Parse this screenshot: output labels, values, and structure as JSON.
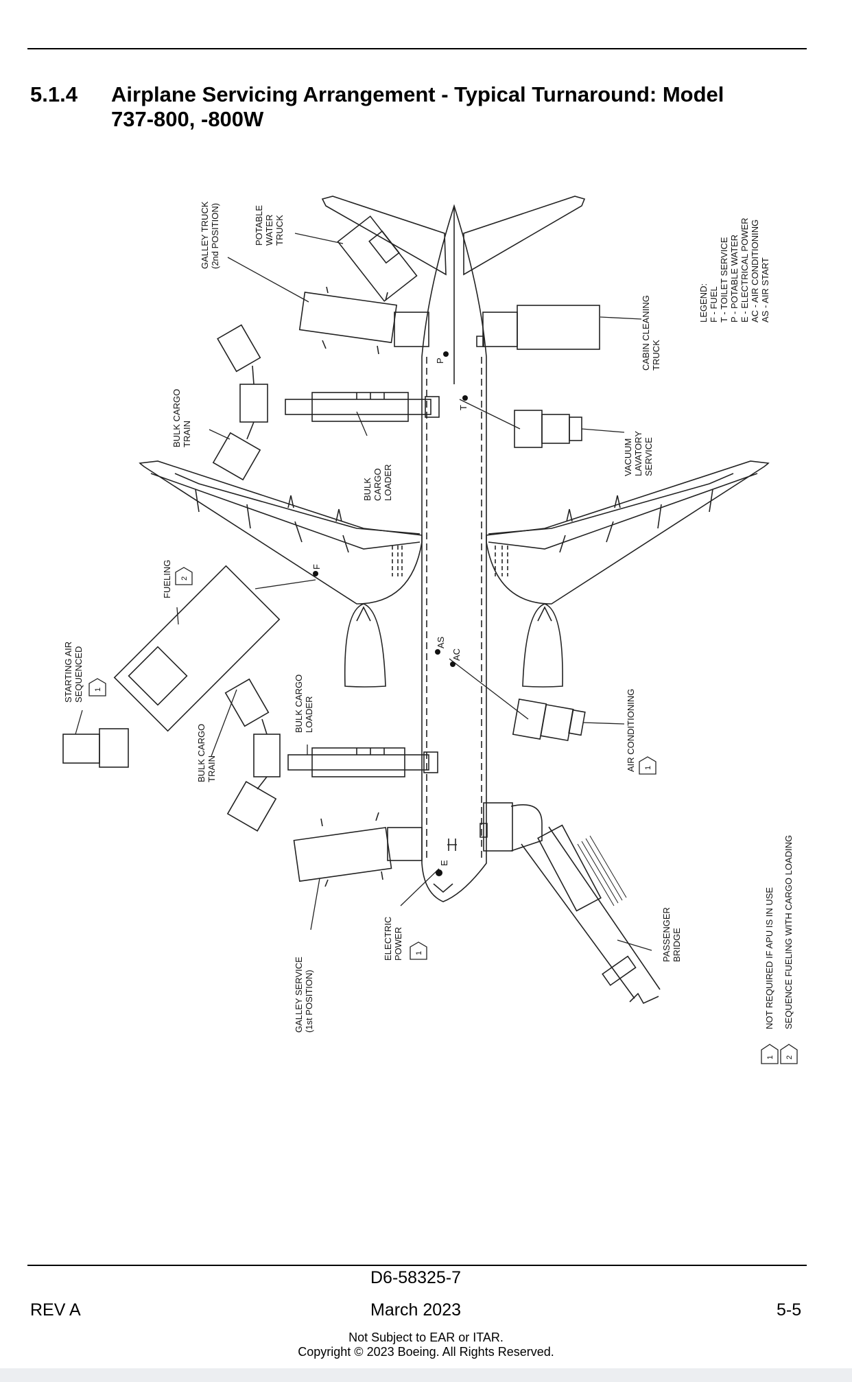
{
  "section": {
    "number": "5.1.4",
    "title_line1": "Airplane Servicing Arrangement - Typical Turnaround: Model",
    "title_line2": "737-800, -800W"
  },
  "labels": {
    "galley_truck": [
      "GALLEY TRUCK",
      "(2nd POSITION)"
    ],
    "potable_water_truck": [
      "POTABLE",
      "WATER",
      "TRUCK"
    ],
    "bulk_cargo_train_fwd": [
      "BULK CARGO",
      "TRAIN"
    ],
    "bulk_cargo_loader_fwd": [
      "BULK",
      "CARGO",
      "LOADER"
    ],
    "cabin_cleaning_truck": [
      "CABIN CLEANING",
      "TRUCK"
    ],
    "vacuum_lavatory": [
      "VACUUM",
      "LAVATORY",
      "SERVICE"
    ],
    "fueling": [
      "FUELING"
    ],
    "starting_air": [
      "STARTING AIR",
      "SEQUENCED"
    ],
    "bulk_cargo_train_aft": [
      "BULK CARGO",
      "TRAIN"
    ],
    "bulk_cargo_loader_aft": [
      "BULK CARGO",
      "LOADER"
    ],
    "air_conditioning": [
      "AIR CONDITIONING"
    ],
    "electric_power": [
      "ELECTRIC",
      "POWER"
    ],
    "galley_service": [
      "GALLEY SERVICE",
      "(1st POSITION)"
    ],
    "passenger_bridge": [
      "PASSENGER",
      "BRIDGE"
    ]
  },
  "points": {
    "p": "P",
    "t": "T",
    "f": "F",
    "as": "AS",
    "ac": "AC",
    "e": "E"
  },
  "flags": {
    "one": "1",
    "two": "2"
  },
  "legend": {
    "title": "LEGEND:",
    "items": [
      "F - FUEL",
      "T - TOILET SERVICE",
      "P - POTABLE WATER",
      "E - ELECTRICAL POWER",
      "AC - AIR CONDITIONING",
      "AS - AIR START"
    ]
  },
  "notes": [
    {
      "flag": "1",
      "text": "NOT REQUIRED IF APU IS IN USE"
    },
    {
      "flag": "2",
      "text": "SEQUENCE FUELING WITH CARGO LOADING"
    }
  ],
  "footer": {
    "doc_number": "D6-58325-7",
    "revision": "REV A",
    "date": "March 2023",
    "page": "5-5",
    "notice": "Not Subject to EAR or ITAR.",
    "copyright": "Copyright © 2023 Boeing. All Rights Reserved."
  }
}
